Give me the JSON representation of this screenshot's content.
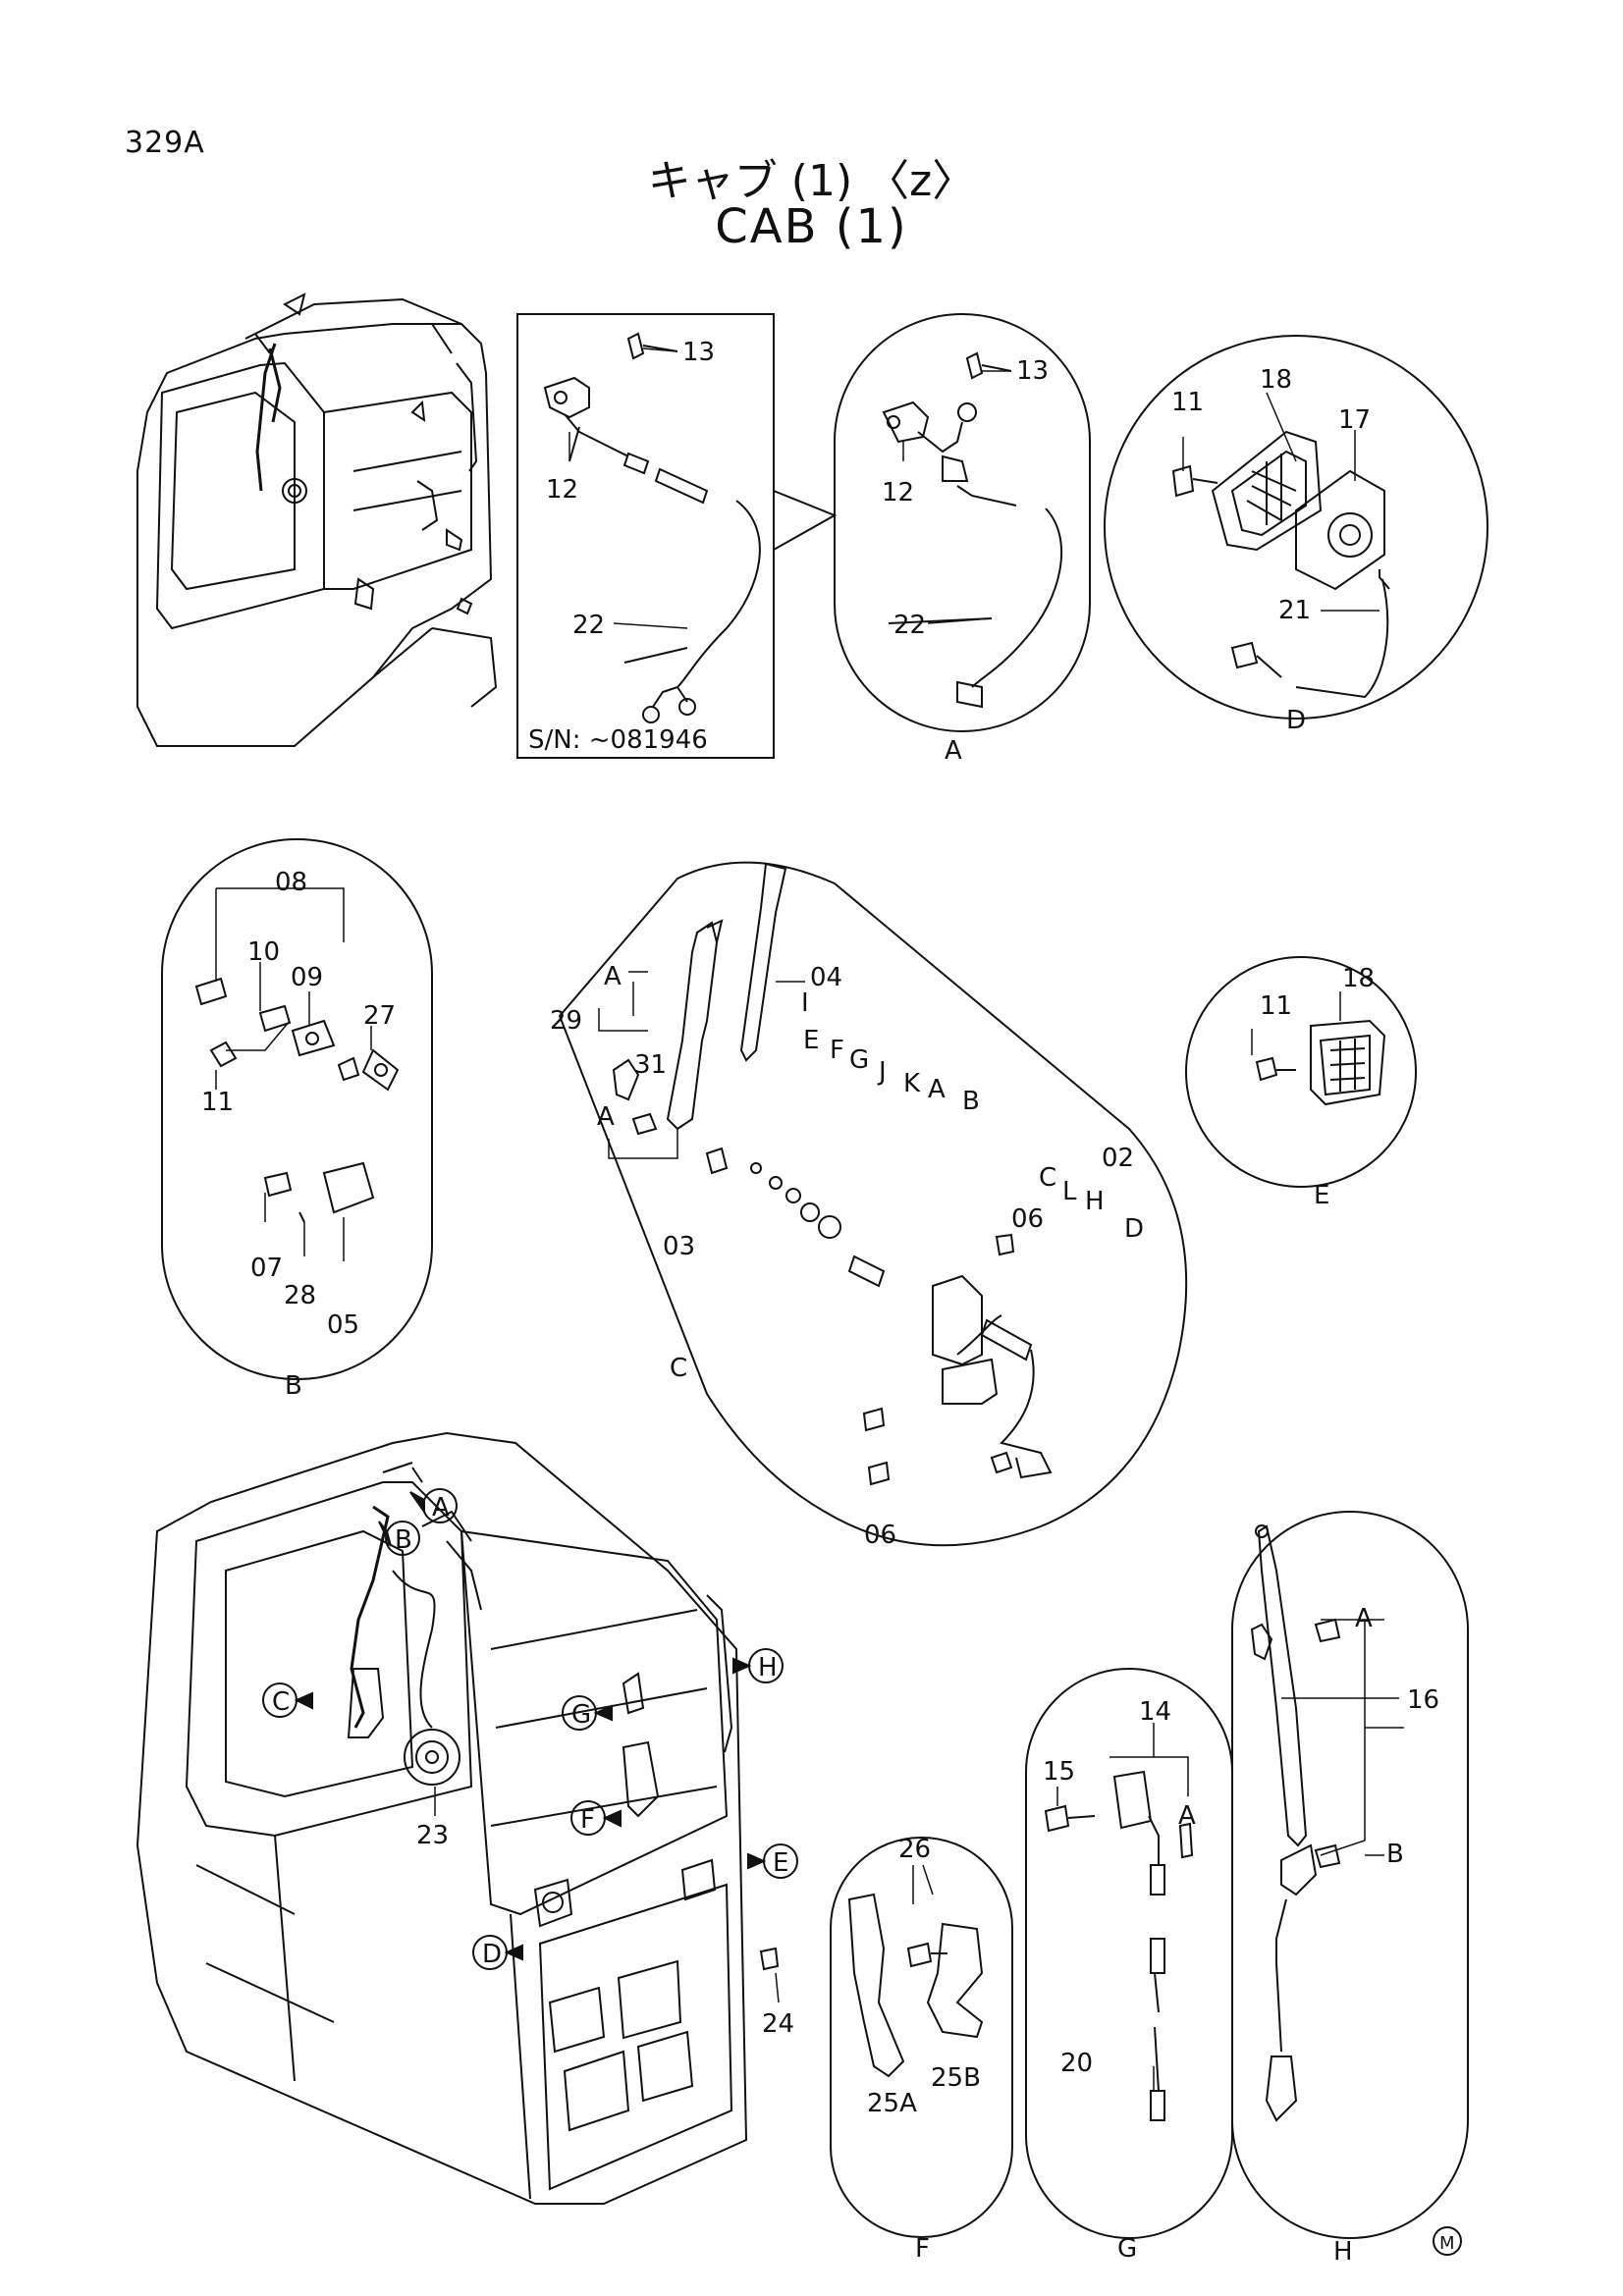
{
  "page_code": "329A",
  "title_jp": "キャブ (1) 〈z〉",
  "title_en": "CAB (1)",
  "serial_note": "S/N: ~081946",
  "logo_mark": "M",
  "detail_letters": {
    "A": "A",
    "B": "B",
    "C": "C",
    "D": "D",
    "E": "E",
    "F": "F",
    "G": "G",
    "H": "H",
    "I": "I",
    "J": "J",
    "K": "K",
    "L": "L"
  },
  "part_numbers": {
    "p02": "02",
    "p03": "03",
    "p04": "04",
    "p05": "05",
    "p06": "06",
    "p07": "07",
    "p08": "08",
    "p09": "09",
    "p10": "10",
    "p11": "11",
    "p12": "12",
    "p13": "13",
    "p14": "14",
    "p15": "15",
    "p16": "16",
    "p17": "17",
    "p18": "18",
    "p20": "20",
    "p21": "21",
    "p22": "22",
    "p23": "23",
    "p24": "24",
    "p25A": "25A",
    "p25B": "25B",
    "p26": "26",
    "p27": "27",
    "p28": "28",
    "p29": "29",
    "p31": "31"
  }
}
